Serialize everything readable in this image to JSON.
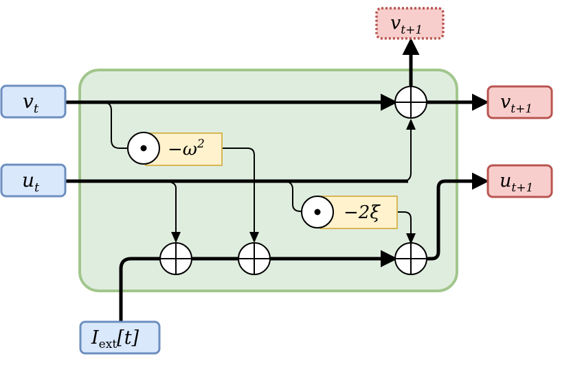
{
  "inputs": {
    "v": {
      "base": "v",
      "sub": "t"
    },
    "u": {
      "base": "u",
      "sub": "t"
    },
    "iext": {
      "base": "I",
      "sub": "ext",
      "arg": "[t]"
    }
  },
  "outputs": {
    "v_top": {
      "base": "v",
      "sub": "t+1"
    },
    "v_right": {
      "base": "v",
      "sub": "t+1"
    },
    "u_right": {
      "base": "u",
      "sub": "t+1"
    }
  },
  "coefficients": {
    "omega": {
      "text": "−ω",
      "sup": "2"
    },
    "xi": {
      "text": "−2ξ"
    }
  },
  "colors": {
    "input_fill": "#dae8fc",
    "input_stroke": "#6c8ebf",
    "output_fill": "#f8cecc",
    "output_stroke": "#b85450",
    "coef_fill": "#fff2cc",
    "coef_stroke": "#d6b656",
    "cell_fill": "#d5e8d4",
    "cell_stroke": "#82b366"
  },
  "operators": {
    "add": "plus-circle-icon",
    "multiply": "dot-circle-icon"
  }
}
